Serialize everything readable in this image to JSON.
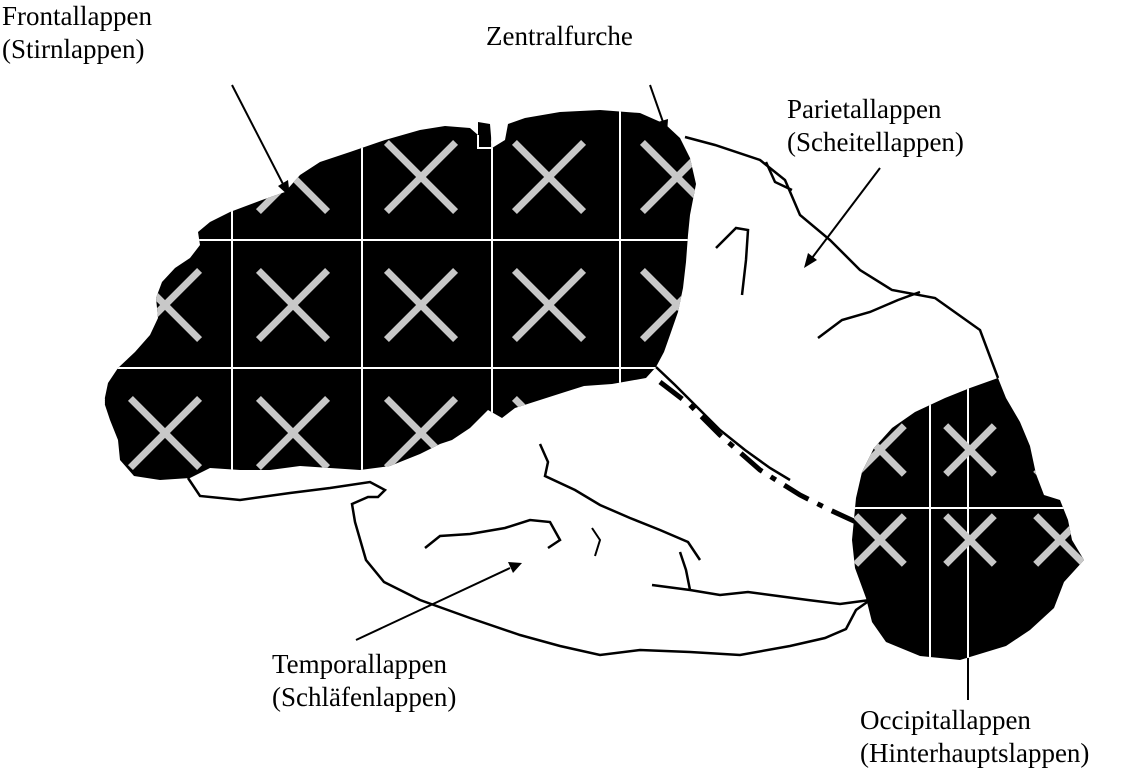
{
  "diagram": {
    "labels": {
      "frontal": {
        "line1": "Frontallappen",
        "line2": "(Stirnlappen)"
      },
      "central": {
        "line1": "Zentralfurche"
      },
      "parietal": {
        "line1": "Parietallappen",
        "line2": "(Scheitellappen)"
      },
      "temporal": {
        "line1": "Temporallappen",
        "line2": "(Schläfenlappen)"
      },
      "occipital": {
        "line1": "Occipitallappen",
        "line2": "(Hinterhauptslappen)"
      }
    },
    "colors": {
      "ink": "#000000",
      "paper": "#ffffff",
      "cross": "#c8c8c8"
    }
  }
}
